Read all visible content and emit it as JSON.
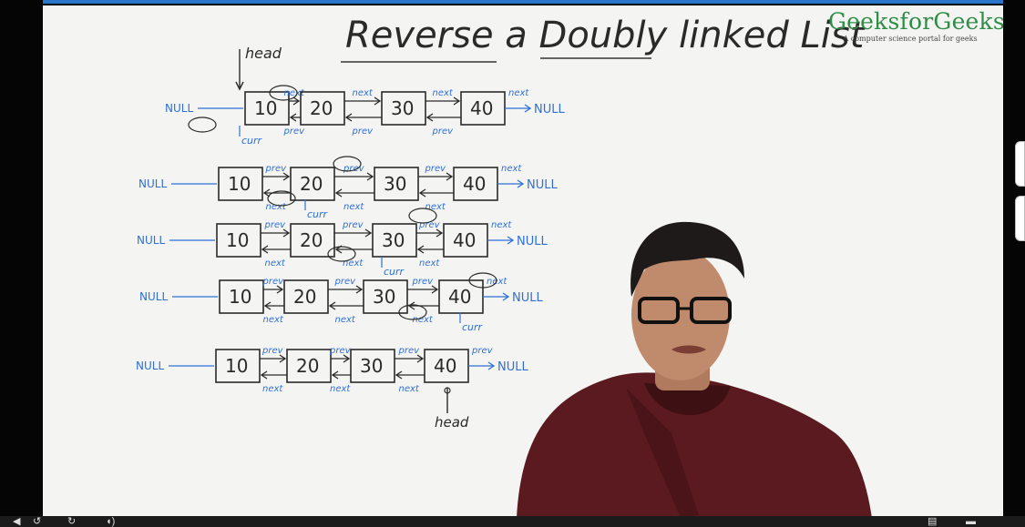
{
  "video": {
    "board_title": "Reverse a Doubly linked List",
    "brand_title": "GeeksforGeeks",
    "brand_tagline": "A computer science portal for geeks"
  },
  "diagram": {
    "rows": [
      {
        "values": [
          "10",
          "20",
          "30",
          "40"
        ],
        "left": "NULL",
        "right": "NULL"
      },
      {
        "values": [
          "10",
          "20",
          "30",
          "40"
        ],
        "left": "NULL",
        "right": "NULL"
      },
      {
        "values": [
          "10",
          "20",
          "30",
          "40"
        ],
        "left": "NULL",
        "right": "NULL"
      },
      {
        "values": [
          "10",
          "20",
          "30",
          "40"
        ],
        "left": "NULL",
        "right": "NULL"
      },
      {
        "values": [
          "10",
          "20",
          "30",
          "40"
        ],
        "left": "NULL",
        "right": "NULL"
      }
    ],
    "labels": {
      "head": "head",
      "next": "next",
      "prev": "prev",
      "curr": "curr"
    }
  },
  "player": {
    "icons": [
      "back-icon",
      "rewind-icon",
      "forward-icon",
      "volume-icon",
      "settings-icon",
      "fullscreen-icon"
    ]
  },
  "colors": {
    "ink_black": "#2a2a2a",
    "ink_blue": "#2f6fd6",
    "brand_green": "#2f8d46",
    "board": "#f4f5f3",
    "shirt": "#5b1a1f"
  }
}
